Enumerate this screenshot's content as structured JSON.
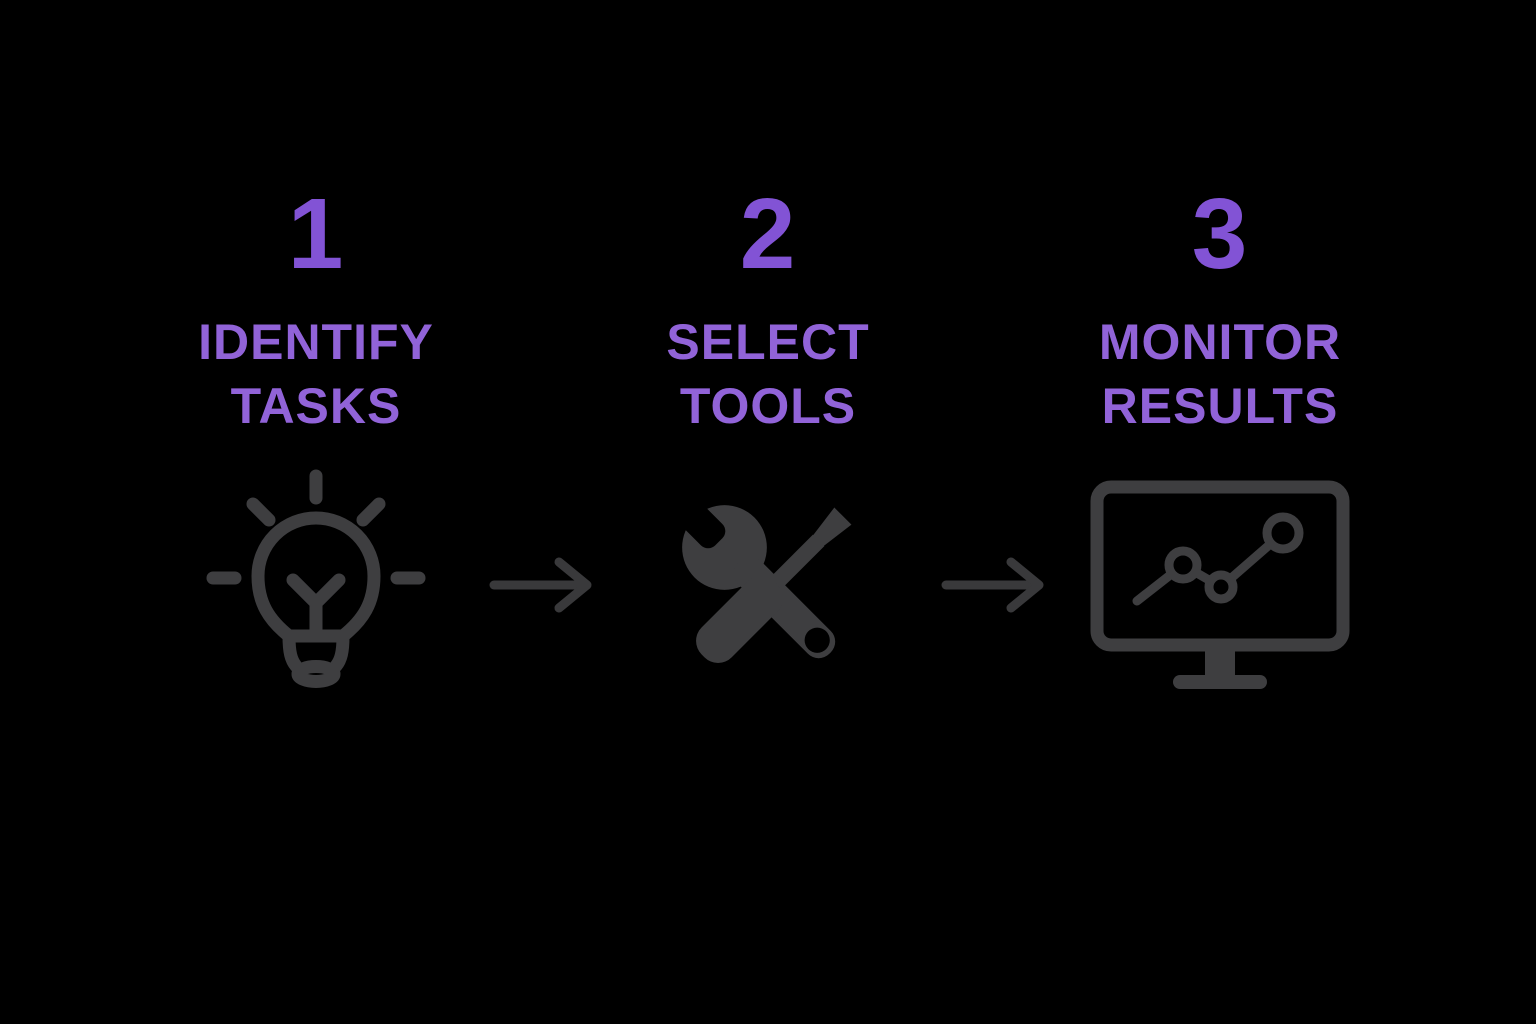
{
  "diagram": {
    "title_semantic": "three-step-process",
    "background_color": "#000000",
    "number_color": "#8253d5",
    "label_color": "#9163d8",
    "icon_color": "#3e3e40",
    "arrow_color": "#39393b",
    "steps": [
      {
        "number": "1",
        "label": "IDENTIFY\nTASKS",
        "icon": "lightbulb-idea-icon"
      },
      {
        "number": "2",
        "label": "SELECT\nTOOLS",
        "icon": "wrench-screwdriver-icon"
      },
      {
        "number": "3",
        "label": "MONITOR\nRESULTS",
        "icon": "monitor-line-chart-icon"
      }
    ],
    "connectors": [
      {
        "icon": "right-arrow-icon"
      },
      {
        "icon": "right-arrow-icon"
      }
    ]
  }
}
